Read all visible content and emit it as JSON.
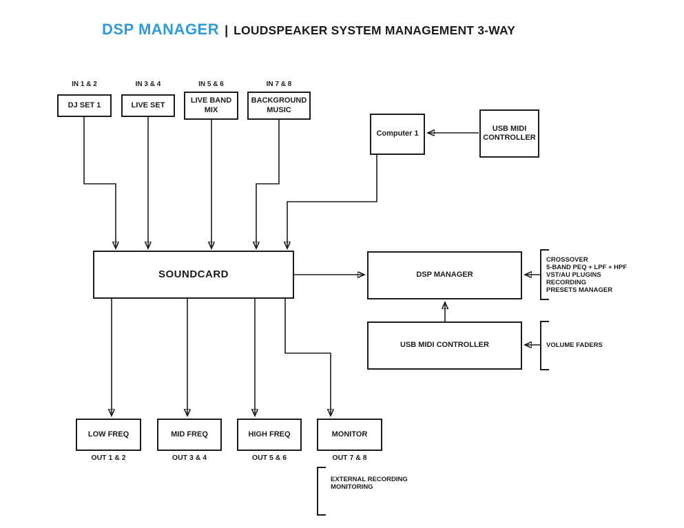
{
  "title": {
    "brand": "DSP MANAGER",
    "separator": "|",
    "subtitle": "LOUDSPEAKER SYSTEM MANAGEMENT 3-WAY"
  },
  "colors": {
    "accent": "#2e9bd6",
    "line": "#1b1b1b"
  },
  "inputs": [
    {
      "port": "IN 1 & 2",
      "label": "DJ SET 1"
    },
    {
      "port": "IN 3 & 4",
      "label": "LIVE SET"
    },
    {
      "port": "IN 5 & 6",
      "label": "LIVE BAND MIX"
    },
    {
      "port": "IN 7 & 8",
      "label": "BACKGROUND MUSIC"
    }
  ],
  "nodes": {
    "computer": "Computer 1",
    "usb_midi_top": "USB MIDI CONTROLLER",
    "soundcard": "SOUNDCARD",
    "dsp_manager": "DSP MANAGER",
    "usb_midi_bottom": "USB MIDI CONTROLLER"
  },
  "annotations": {
    "dsp_features": [
      "CROSSOVER",
      "5-BAND PEQ + LPF + HPF",
      "VST/AU PLUGINS",
      "RECORDING",
      "PRESETS MANAGER"
    ],
    "volume_note": "VOLUME FADERS",
    "monitor_note": [
      "EXTERNAL RECORDING",
      "MONITORING"
    ]
  },
  "outputs": [
    {
      "label": "LOW FREQ",
      "port": "OUT 1 & 2"
    },
    {
      "label": "MID FREQ",
      "port": "OUT 3 & 4"
    },
    {
      "label": "HIGH FREQ",
      "port": "OUT 5 & 6"
    },
    {
      "label": "MONITOR",
      "port": "OUT 7 & 8"
    }
  ]
}
